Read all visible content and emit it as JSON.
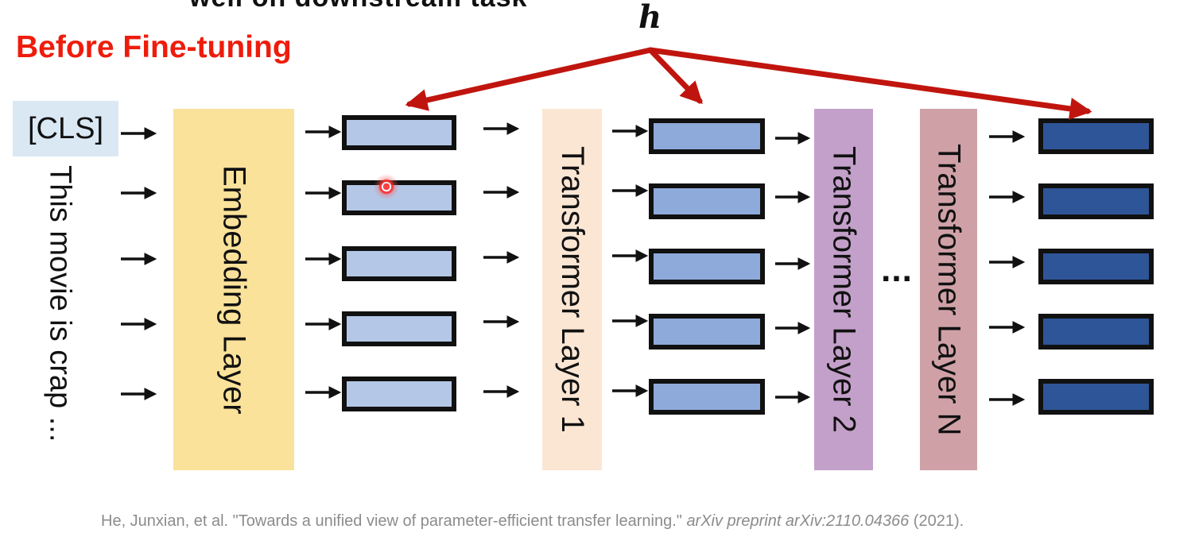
{
  "slide": {
    "cut_title": "well on downstream task",
    "section_title": "Before Fine-tuning",
    "h_label": "h"
  },
  "diagram": {
    "cls_token": "[CLS]",
    "input_text": "This movie is crap ...",
    "layers": {
      "embedding": "Embedding Layer",
      "transformer_1": "Transformer Layer 1",
      "transformer_2": "Transformer Layer 2",
      "transformer_n": "Transformer Layer N"
    },
    "ellipsis": "...",
    "colors": {
      "embedding": "#fbe29a",
      "transformer_1": "#fbe6d4",
      "transformer_2": "#c3a0ca",
      "transformer_n": "#cfa1a7",
      "vector_stage_1": "#b4c7e7",
      "vector_stage_2": "#8eaadb",
      "vector_stage_3": "#2e5597",
      "h_arrows": "#c0150e",
      "title": "#ee1c0c"
    }
  },
  "citation": {
    "authors": "He, Junxian, et al.",
    "title": "\"Towards a unified view of parameter-efficient transfer learning.\"",
    "venue": "arXiv preprint arXiv:2110.04366",
    "year": "(2021)."
  }
}
